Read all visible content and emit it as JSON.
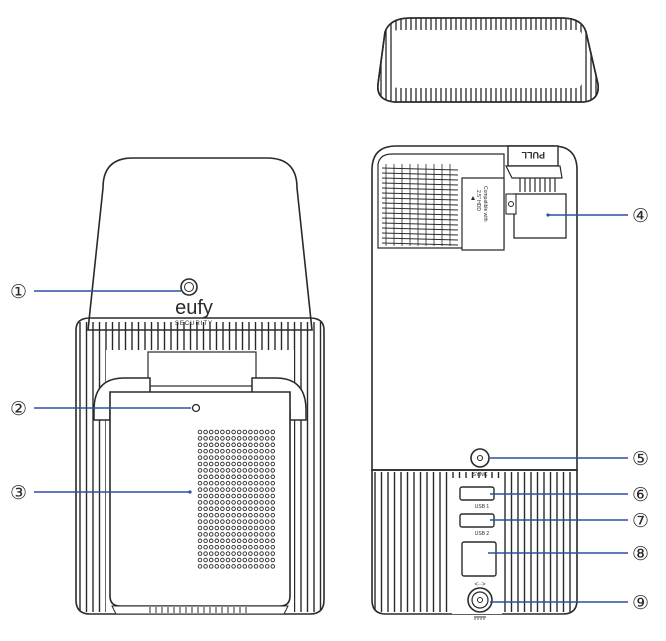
{
  "brand": {
    "logo_text": "eufy",
    "logo_subtext": "SECURITY"
  },
  "rear_labels": {
    "sync": "SYNC",
    "usb1": "USB 1",
    "usb2": "USB 2",
    "card_text_1": "Compatible with",
    "card_text_2": "2.5\" HDD"
  },
  "lid_tab_text": "PULL",
  "callouts": [
    {
      "id": "callout-1",
      "label": "①"
    },
    {
      "id": "callout-2",
      "label": "②"
    },
    {
      "id": "callout-3",
      "label": "③"
    },
    {
      "id": "callout-4",
      "label": "④"
    },
    {
      "id": "callout-5",
      "label": "⑤"
    },
    {
      "id": "callout-6",
      "label": "⑥"
    },
    {
      "id": "callout-7",
      "label": "⑦"
    },
    {
      "id": "callout-8",
      "label": "⑧"
    },
    {
      "id": "callout-9",
      "label": "⑨"
    }
  ],
  "colors": {
    "line": "#2a2a2a",
    "leader": "#2c4fa3",
    "fill": "#ffffff"
  }
}
